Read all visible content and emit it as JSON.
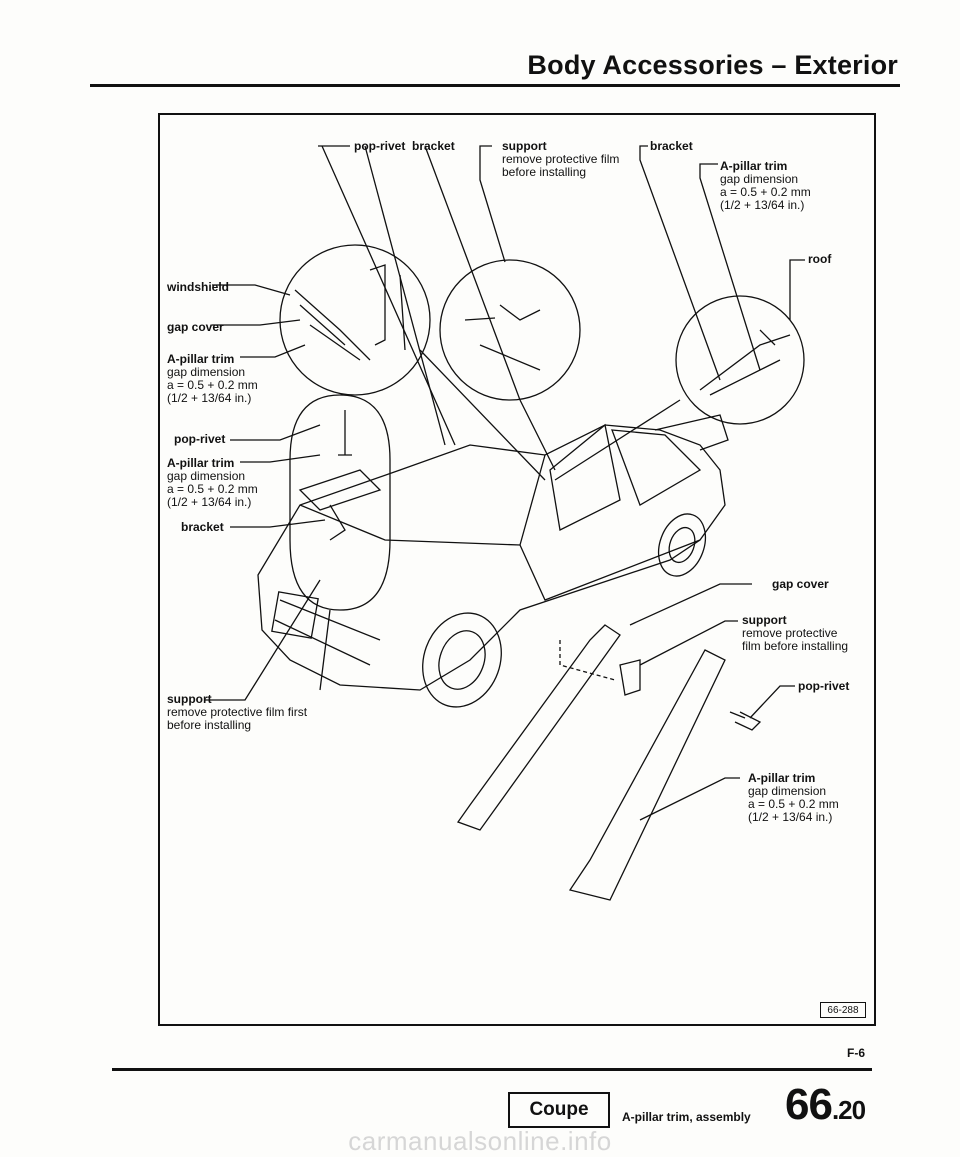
{
  "header": {
    "title": "Body Accessories – Exterior"
  },
  "figure": {
    "id": "66-288",
    "labels": {
      "top_pop_rivet": "pop-rivet",
      "top_bracket_1": "bracket",
      "top_support_title": "support",
      "top_support_line1": "remove protective film",
      "top_support_line2": "before installing",
      "top_bracket_2": "bracket",
      "top_apillar_title": "A-pillar trim",
      "top_apillar_line1": "gap dimension",
      "top_apillar_line2": "a = 0.5 + 0.2 mm",
      "top_apillar_line3": "(1/2 + 13/64 in.)",
      "roof": "roof",
      "windshield": "windshield",
      "gap_cover_left": "gap cover",
      "left_apillar1_title": "A-pillar trim",
      "left_apillar1_line1": "gap dimension",
      "left_apillar1_line2": "a = 0.5 + 0.2 mm",
      "left_apillar1_line3": "(1/2 + 13/64 in.)",
      "left_pop_rivet": "pop-rivet",
      "left_apillar2_title": "A-pillar trim",
      "left_apillar2_line1": "gap dimension",
      "left_apillar2_line2": "a = 0.5 + 0.2 mm",
      "left_apillar2_line3": "(1/2 + 13/64 in.)",
      "left_bracket": "bracket",
      "bottom_support_title": "support",
      "bottom_support_line1": "remove protective film first",
      "bottom_support_line2": "before installing",
      "right_gap_cover": "gap cover",
      "right_support_title": "support",
      "right_support_line1": "remove protective",
      "right_support_line2": "film before installing",
      "right_pop_rivet": "pop-rivet",
      "right_apillar_title": "A-pillar trim",
      "right_apillar_line1": "gap dimension",
      "right_apillar_line2": "a = 0.5 + 0.2 mm",
      "right_apillar_line3": "(1/2 + 13/64 in.)"
    }
  },
  "footer": {
    "page_code": "F-6",
    "model_badge": "Coupe",
    "caption": "A-pillar trim, assembly",
    "section_major": "66",
    "section_minor": ".20"
  },
  "watermark": "carmanualsonline.info"
}
